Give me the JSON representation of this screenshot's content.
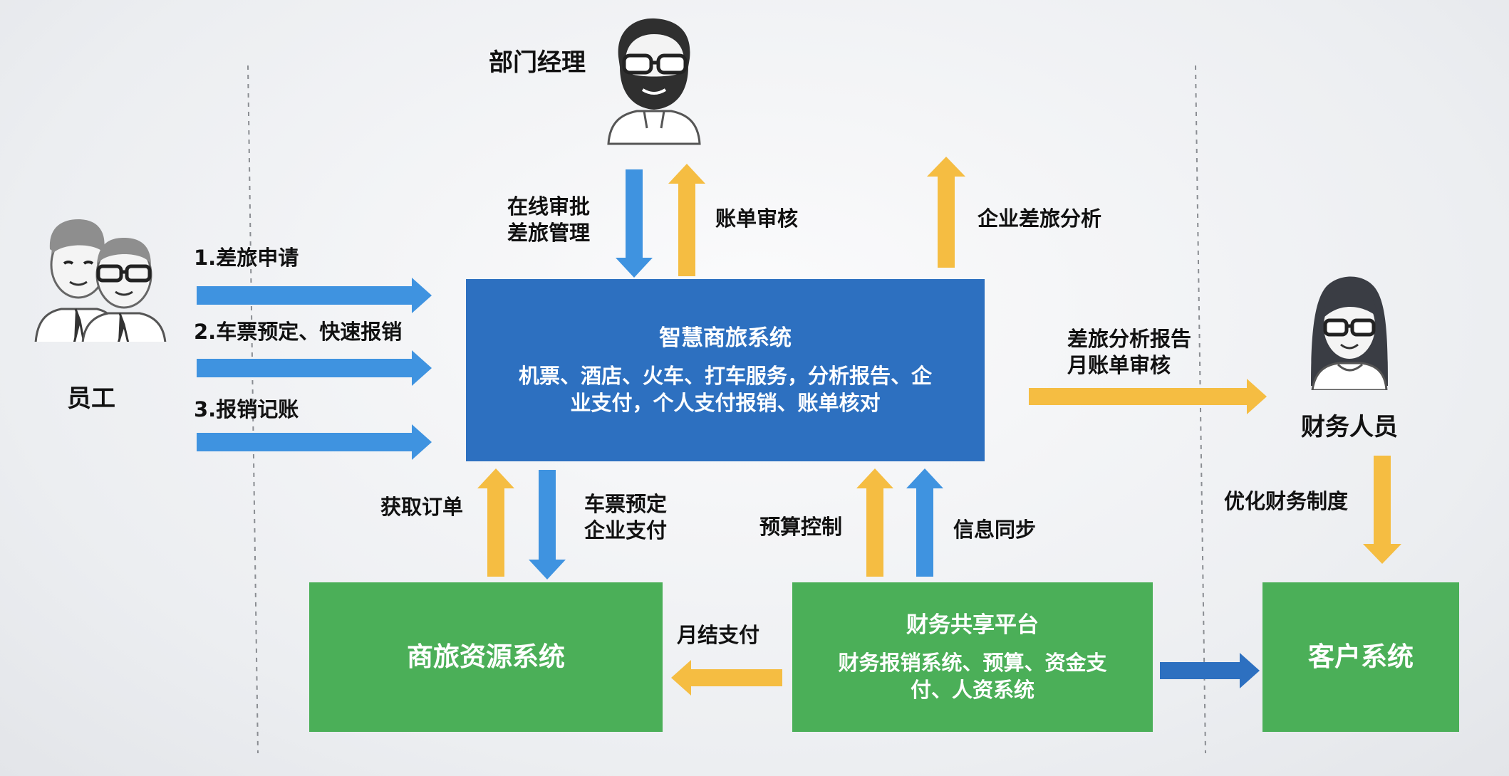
{
  "actors": {
    "manager": "部门经理",
    "employee": "员工",
    "finance": "财务人员"
  },
  "boxes": {
    "center": {
      "title": "智慧商旅系统",
      "desc_line1": "机票、酒店、火车、打车服务，分析报告、企",
      "desc_line2": "业支付，个人支付报销、账单核对"
    },
    "resource": {
      "title": "商旅资源系统"
    },
    "finance_platform": {
      "title": "财务共享平台",
      "desc_line1": "财务报销系统、预算、资金支",
      "desc_line2": "付、人资系统"
    },
    "customer": {
      "title": "客户系统"
    }
  },
  "labels": {
    "online_approval": [
      "在线审批",
      "差旅管理"
    ],
    "bill_review": "账单审核",
    "enterprise_analysis": "企业差旅分析",
    "step1": "1.差旅申请",
    "step2": "2.车票预定、快速报销",
    "step3": "3.报销记账",
    "report": [
      "差旅分析报告",
      "月账单审核"
    ],
    "optimize": "优化财务制度",
    "get_order": "获取订单",
    "ticket_pay": [
      "车票预定",
      "企业支付"
    ],
    "budget": "预算控制",
    "sync": "信息同步",
    "monthly_pay": "月结支付"
  },
  "colors": {
    "blue_arrow": "#3f93e0",
    "yellow_arrow": "#f5bd42",
    "dark_blue_arrow": "#2d70c0",
    "center_box": "#2d70c0",
    "green_box": "#4baf58"
  },
  "icons": {
    "manager": "bearded-man-avatar-icon",
    "employee": "two-businessmen-avatar-icon",
    "finance": "woman-avatar-icon"
  }
}
